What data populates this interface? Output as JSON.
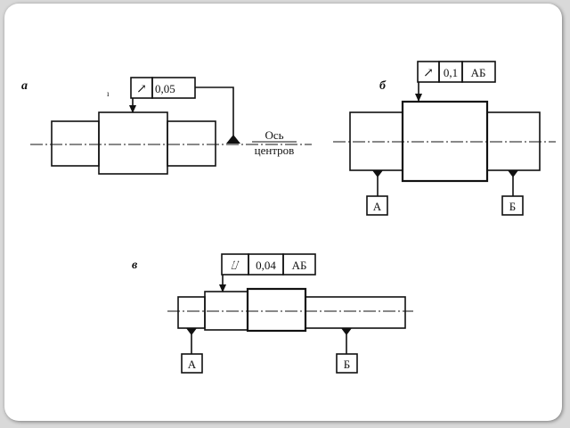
{
  "figure_a": {
    "label": "а",
    "frame": {
      "symbol": "↗",
      "tolerance": "0,05"
    },
    "axis_label_line1": "Ось",
    "axis_label_line2": "центров"
  },
  "figure_b": {
    "label": "б",
    "frame": {
      "symbol": "↗",
      "tolerance": "0,1",
      "datum": "АБ"
    },
    "datum_a": "А",
    "datum_b": "Б"
  },
  "figure_c": {
    "label": "в",
    "frame": {
      "symbol": "⌰",
      "tolerance": "0,04",
      "datum": "АБ"
    },
    "datum_a": "А",
    "datum_b": "Б"
  },
  "stray_mark": "ı"
}
